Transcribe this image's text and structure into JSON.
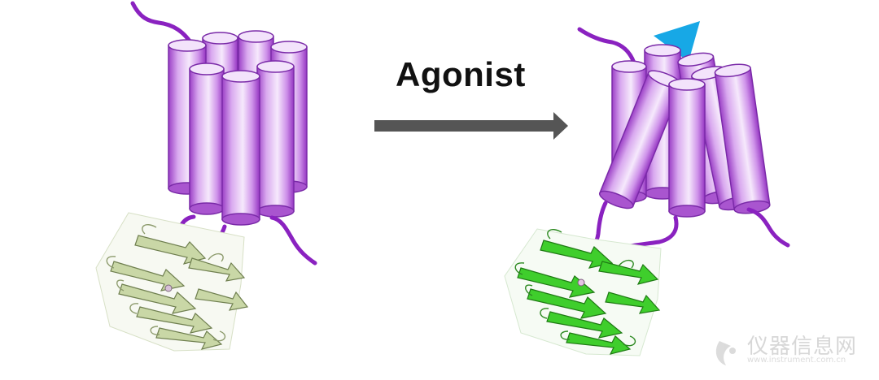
{
  "arrow_label": "Agonist",
  "watermark": {
    "name": "仪器信息网",
    "url": "www.instrument.com.cn"
  },
  "colors": {
    "helix_dark": "#8a2db5",
    "helix_light": "#f3e3fb",
    "loop": "#8a22c0",
    "arrow": "#555555",
    "inactive_protein": "#c9d7a6",
    "active_protein": "#3fce2c",
    "ligand": "#17a8e6"
  }
}
